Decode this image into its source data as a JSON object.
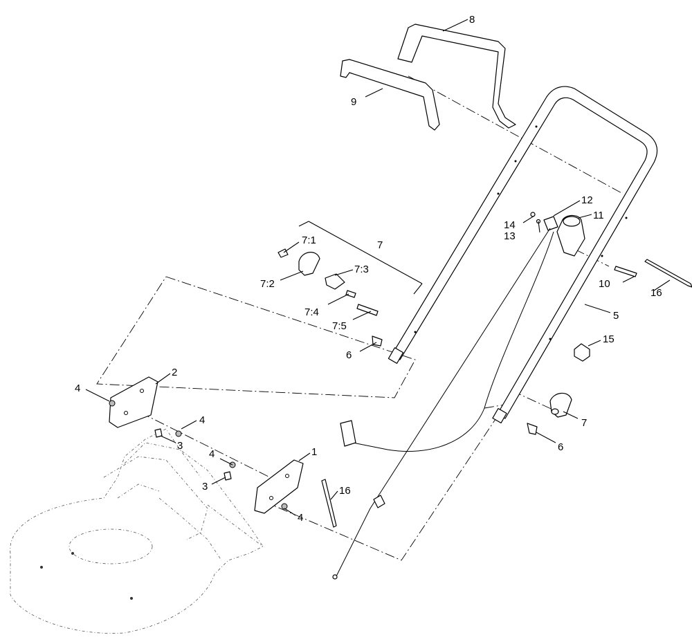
{
  "callouts": {
    "c1": "1",
    "c2": "2",
    "c3a": "3",
    "c3b": "3",
    "c4a": "4",
    "c4b": "4",
    "c4c": "4",
    "c4d": "4",
    "c5": "5",
    "c6a": "6",
    "c6b": "6",
    "c7a": "7",
    "c7b": "7",
    "c7_1": "7:1",
    "c7_2": "7:2",
    "c7_3": "7:3",
    "c7_4": "7:4",
    "c7_5": "7:5",
    "c8": "8",
    "c9": "9",
    "c10": "10",
    "c11": "11",
    "c12": "12",
    "c13": "13",
    "c14": "14",
    "c15": "15",
    "c16a": "16",
    "c16b": "16"
  }
}
